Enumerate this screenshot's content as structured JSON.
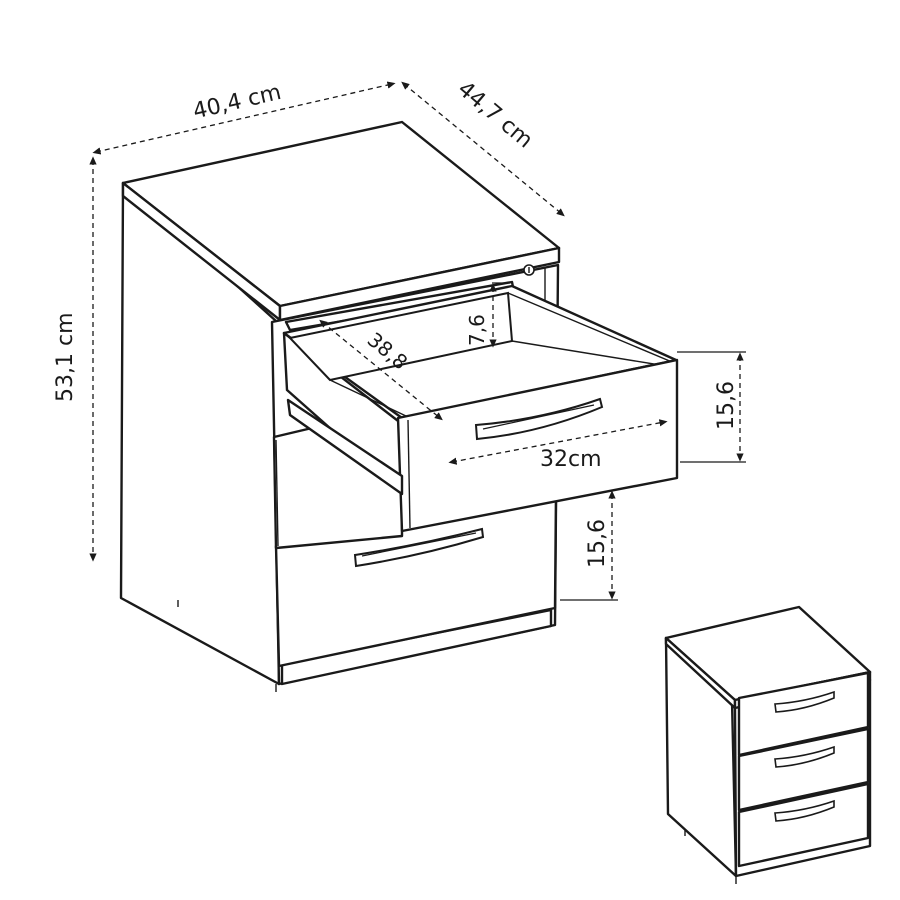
{
  "dimensions": {
    "width": "40,4 cm",
    "depth": "44,7 cm",
    "height": "53,1 cm",
    "drawer_inner_depth": "38,8",
    "drawer_inner_height": "7,6",
    "drawer_inner_width": "32cm",
    "drawer_front_height_top": "15,6",
    "drawer_front_height_middle": "15,6"
  },
  "colors": {
    "line": "#1a1a1a",
    "background": "#ffffff"
  },
  "icons": [
    "handle-icon",
    "lock-icon"
  ]
}
